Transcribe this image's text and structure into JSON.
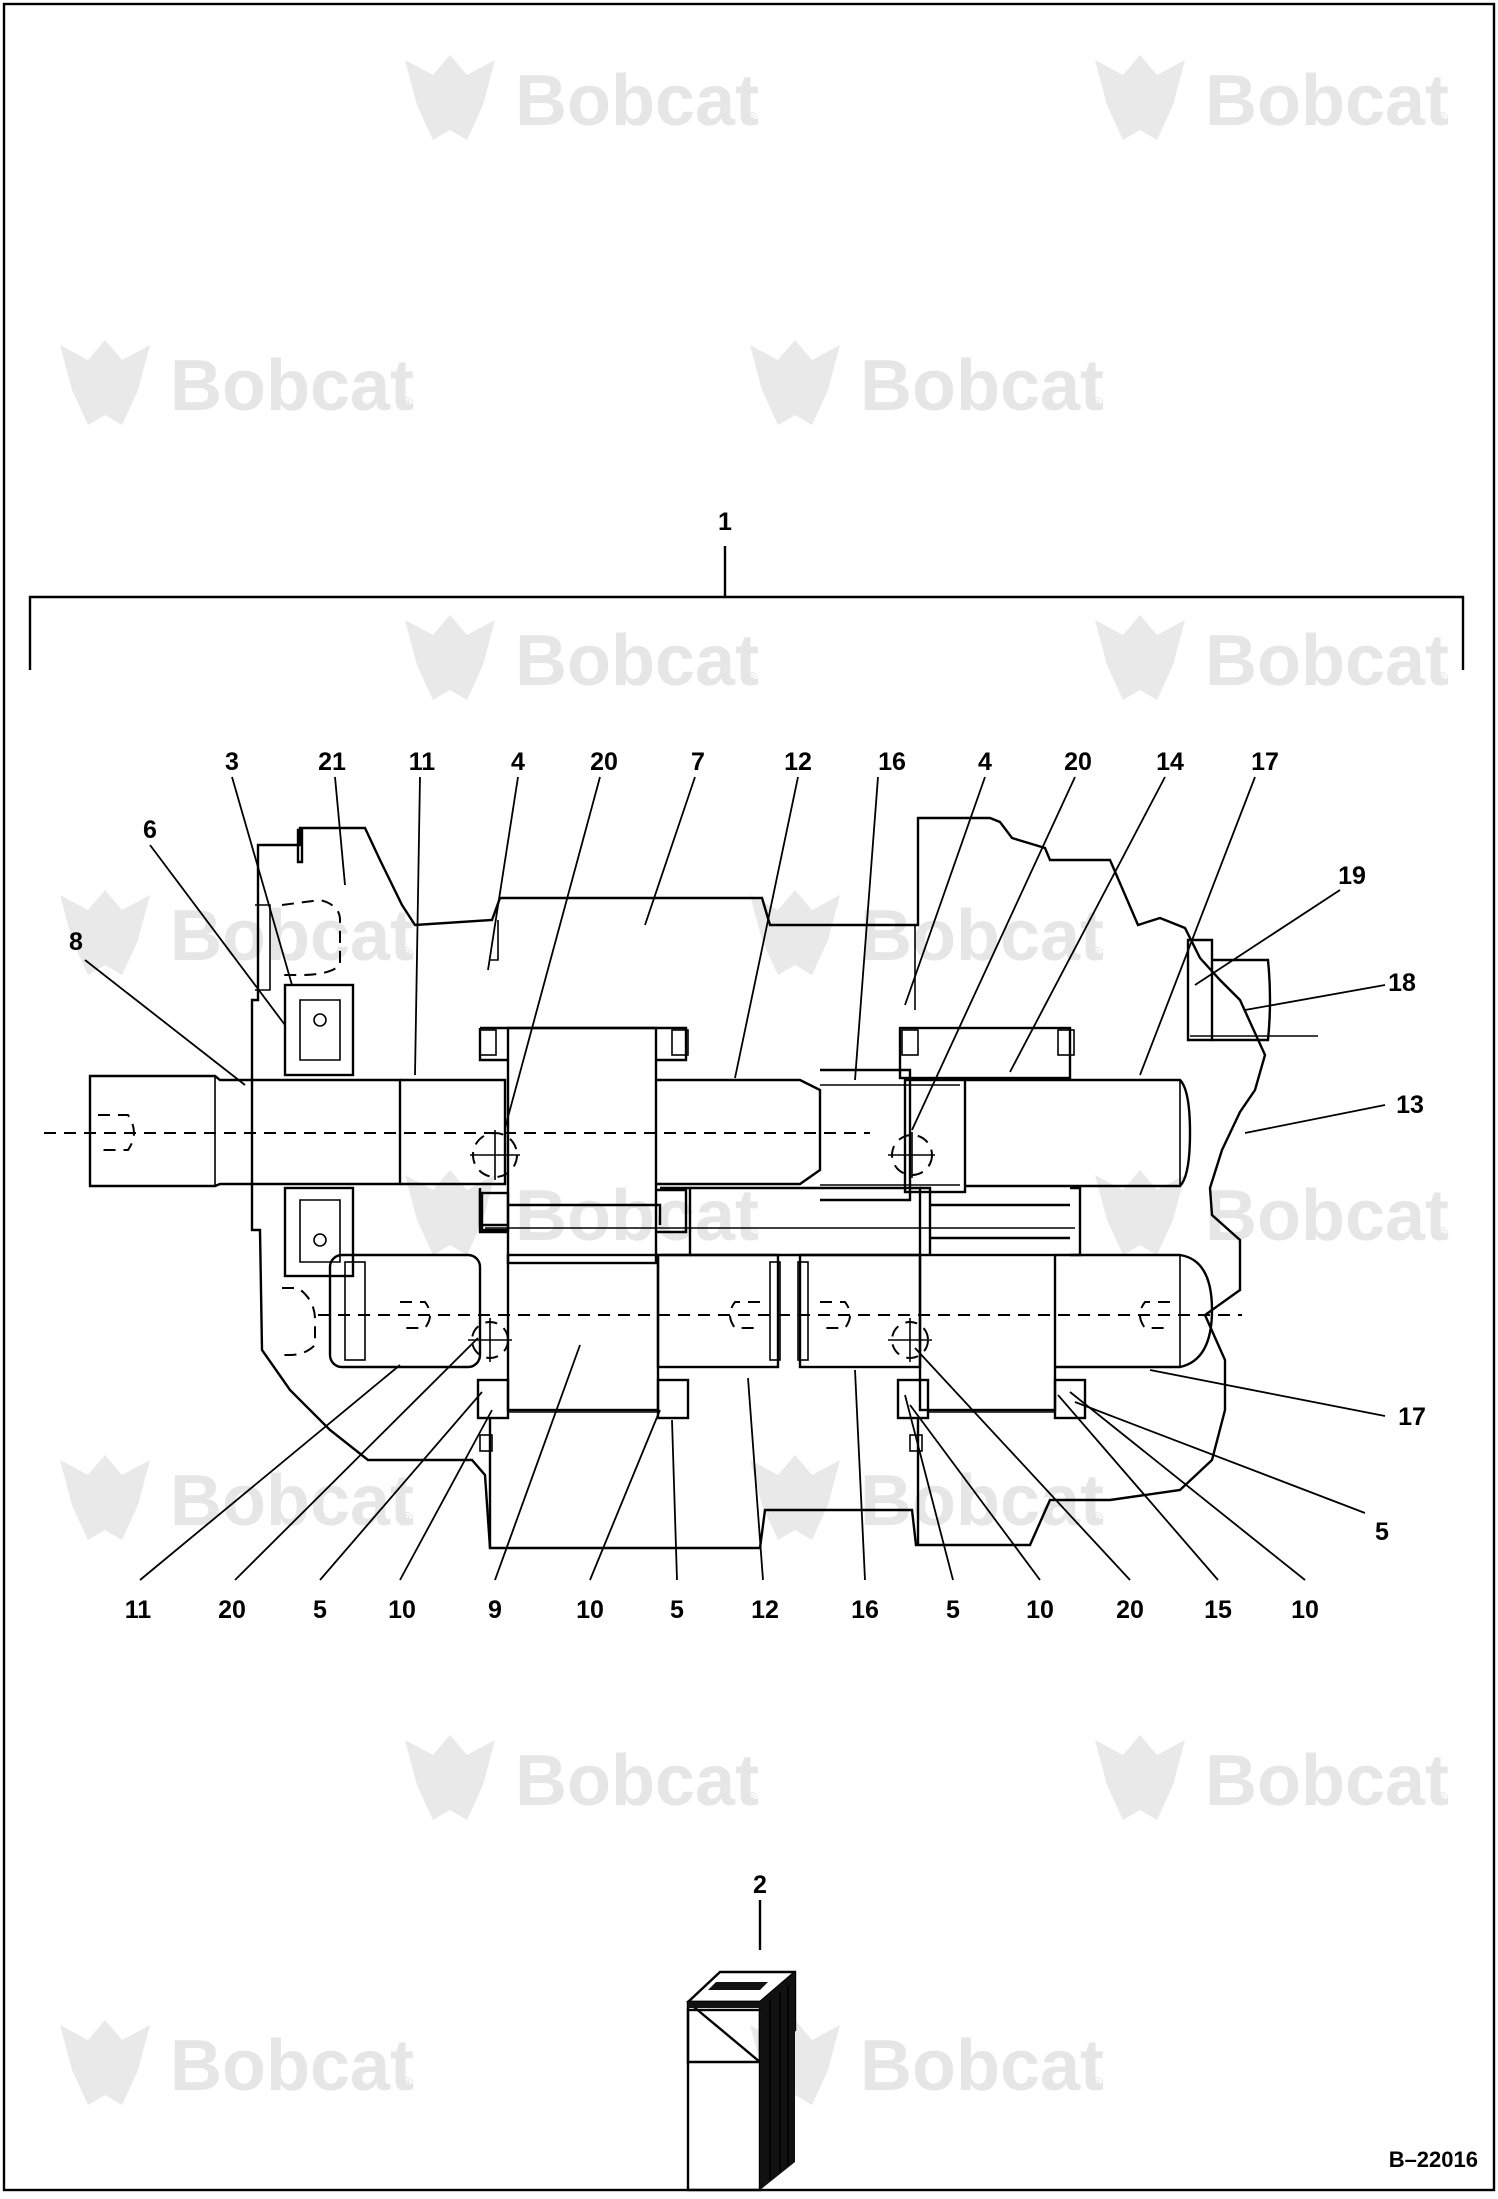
{
  "watermark": {
    "brand": "Bobcat",
    "registered": "®"
  },
  "figure_number": "B–22016",
  "assembly_label": "1",
  "separate_part_label": "2",
  "callouts": {
    "top": [
      "3",
      "21",
      "11",
      "4",
      "20",
      "7",
      "12",
      "16",
      "4",
      "20",
      "14",
      "17"
    ],
    "left": [
      "6",
      "8"
    ],
    "right": [
      "19",
      "18",
      "13",
      "17",
      "5"
    ],
    "bottom": [
      "11",
      "20",
      "5",
      "10",
      "9",
      "10",
      "5",
      "12",
      "16",
      "5",
      "10",
      "20",
      "15",
      "10"
    ]
  }
}
